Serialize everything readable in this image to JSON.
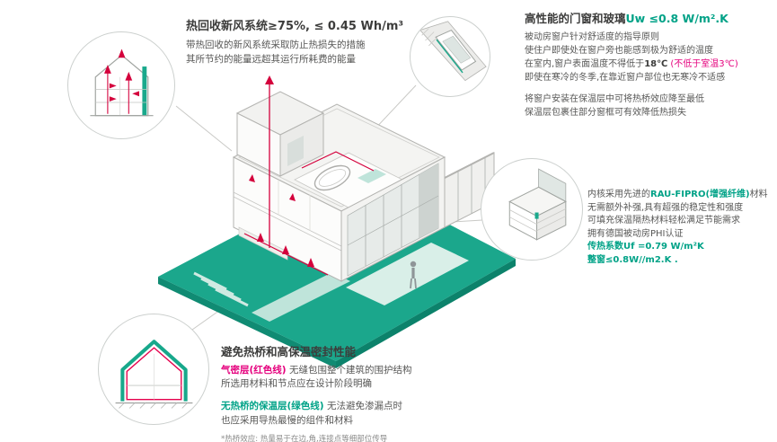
{
  "colors": {
    "accent_teal": "#00a287",
    "ground_teal": "#1ba78c",
    "duct_red": "#d4003c",
    "label_pink": "#e5007d",
    "title_dark": "#3c3c3b",
    "body_gray": "#575756"
  },
  "ventilation": {
    "title": "热回收新风系统≥75%, ≤ 0.45 Wh/m³",
    "line1": "带热回收的新风系统采取防止热损失的措施",
    "line2": "其所节约的能量远超其运行所耗费的能量"
  },
  "windows": {
    "title_black": "高性能的门窗和玻璃",
    "title_accent": "Uw ≤0.8 W/m².K",
    "line1": "被动房窗户针对舒适度的指导原则",
    "line2": "使住户即使处在窗户旁也能感到极为舒适的温度",
    "line3_pre": "在室内,窗户表面温度不得低于",
    "line3_temp": "18℃",
    "line3_red": " (不低于室温3℃)",
    "line4": "即使在寒冷的冬季,在靠近窗户部位也无寒冷不适感",
    "line5": "将窗户安装在保温层中可将热桥效应降至最低",
    "line6": "保温层包裹住部分窗框可有效降低热损失"
  },
  "profile": {
    "line1_pre": "内核采用先进的",
    "line1_accent": "RAU-FIPRO(增强纤维)",
    "line1_post": "材料",
    "line2": "无需额外补强,具有超强的稳定性和强度",
    "line3": "可填充保温隔热材料轻松满足节能需求",
    "line4": "拥有德国被动房PHI认证",
    "line5": "传热系数Uf =0.79 W/m²K",
    "line6": "整窗≤0.8W//m2.K ."
  },
  "thermal": {
    "title": "避免热桥和高保温密封性能",
    "l1_red": "气密层(红色线)",
    "l1_rest": " 无缝包围整个建筑的围护结构",
    "l2": "所选用材料和节点应在设计阶段明确",
    "l3_green": "无热桥的保温层(绿色线)",
    "l3_rest": " 无法避免渗漏点时",
    "l4": "也应采用导热最慢的组件和材料",
    "footnote": "*热桥效应: 热量易于在边,角,连接点等细部位传导"
  }
}
